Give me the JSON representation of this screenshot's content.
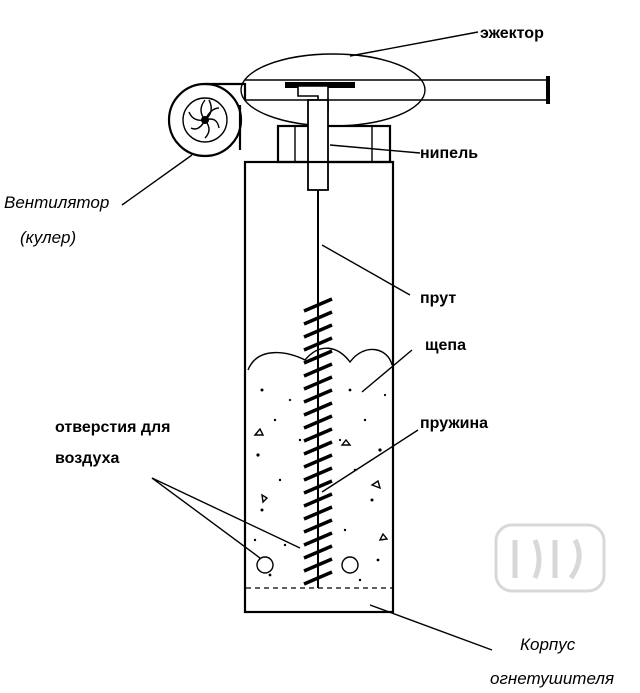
{
  "labels": {
    "ejector": "эжектор",
    "nipple": "нипель",
    "fan_line1": "Вентилятор",
    "fan_line2": "(кулер)",
    "rod": "прут",
    "chips": "щепа",
    "spring": "пружина",
    "holes_line1": "отверстия для",
    "holes_line2": "воздуха",
    "body_line1": "Корпус",
    "body_line2": "огнетушителя"
  },
  "icons": {
    "watermark": "logo-watermark"
  }
}
